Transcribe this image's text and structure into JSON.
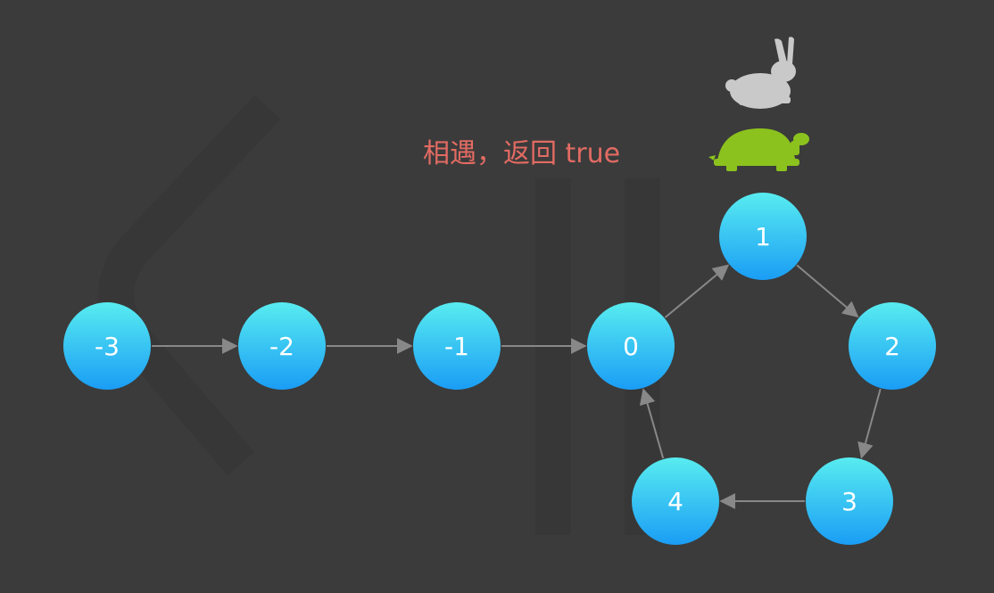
{
  "caption": "相遇，返回 true",
  "colors": {
    "background": "#3b3b3b",
    "node_top": "#58ecf0",
    "node_bottom": "#1a9df5",
    "arrow": "#888888",
    "caption": "#e26b63",
    "hare": "#c9c9c9",
    "tortoise": "#8cc21e"
  },
  "icons": {
    "fast_pointer": "rabbit-icon",
    "slow_pointer": "turtle-icon"
  },
  "nodes": [
    {
      "id": "n-3",
      "label": "-3"
    },
    {
      "id": "n-2",
      "label": "-2"
    },
    {
      "id": "n-1",
      "label": "-1"
    },
    {
      "id": "n0",
      "label": "0"
    },
    {
      "id": "n1",
      "label": "1"
    },
    {
      "id": "n2",
      "label": "2"
    },
    {
      "id": "n3",
      "label": "3"
    },
    {
      "id": "n4",
      "label": "4"
    }
  ],
  "edges": [
    [
      "n-3",
      "n-2"
    ],
    [
      "n-2",
      "n-1"
    ],
    [
      "n-1",
      "n0"
    ],
    [
      "n0",
      "n1"
    ],
    [
      "n1",
      "n2"
    ],
    [
      "n2",
      "n3"
    ],
    [
      "n3",
      "n4"
    ],
    [
      "n4",
      "n0"
    ]
  ]
}
